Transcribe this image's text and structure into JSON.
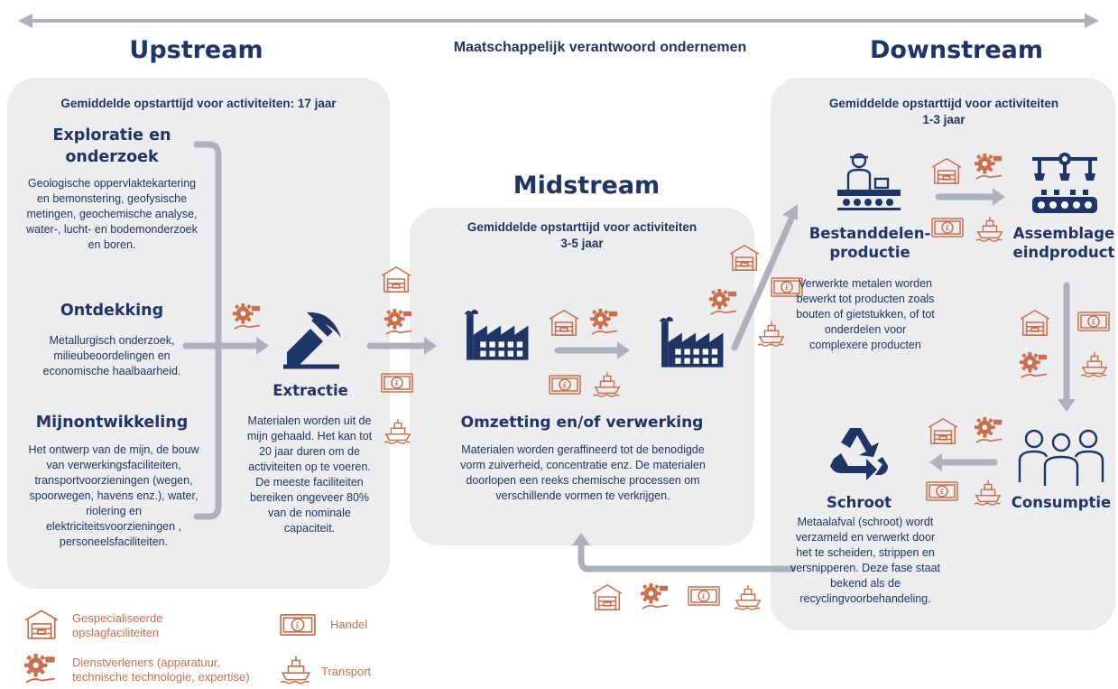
{
  "header": {
    "upstream": "Upstream",
    "center": "Maatschappelijk verantwoord ondernemen",
    "downstream": "Downstream",
    "midstream": "Midstream"
  },
  "upstream": {
    "startup": "Gemiddelde opstarttijd voor activiteiten: 17 jaar",
    "exploration_title": "Exploratie en onderzoek",
    "exploration_text": "Geologische oppervlaktekartering en bemonstering, geofysische metingen, geochemische analyse, water-, lucht- en bodemonderzoek en boren.",
    "discovery_title": "Ontdekking",
    "discovery_text": "Metallurgisch onderzoek, milieubeoordelingen en economische haalbaarheid.",
    "development_title": "Mijnontwikkeling",
    "development_text": "Het ontwerp van de mijn, de bouw van verwerkingsfaciliteiten, transportvoorzieningen (wegen, spoorwegen, havens enz.), water, riolering en elektriciteitsvoorzieningen , personeelsfaciliteiten.",
    "extraction_title": "Extractie",
    "extraction_text": "Materialen worden uit de mijn gehaald. Het kan tot 20 jaar duren om de activiteiten op te voeren. De meeste faciliteiten bereiken ongeveer 80% van de nominale capaciteit."
  },
  "midstream": {
    "startup_line1": "Gemiddelde opstarttijd voor activiteiten",
    "startup_line2": "3-5 jaar",
    "process_title": "Omzetting en/of verwerking",
    "process_text": "Materialen worden geraffineerd tot de benodigde vorm zuiverheid, concentratie enz. De materialen doorlopen een reeks chemische processen om verschillende vormen te verkrijgen."
  },
  "downstream": {
    "startup_line1": "Gemiddelde opstarttijd voor activiteiten",
    "startup_line2": "1-3 jaar",
    "component_title": "Bestanddelen-productie",
    "component_text": "Verwerkte metalen worden bewerkt tot producten zoals bouten of gietstukken, of tot onderdelen voor complexere producten",
    "assembly_title": "Assemblage eindproduct",
    "consumption_title": "Consumptie",
    "scrap_title": "Schroot",
    "scrap_text": "Metaalafval (schroot) wordt verzameld en verwerkt door het te scheiden, strippen en versnipperen. Deze fase staat bekend als de recyclingvoorbehandeling."
  },
  "legend": {
    "storage": "Gespecialiseerde opslagfaciliteiten",
    "services": "Dienstverleners (apparatuur, technische technologie, expertise)",
    "trade": "Handel",
    "transport": "Transport"
  },
  "icons": {
    "storage": "warehouse-icon",
    "services": "gear-hand-icon",
    "trade": "banknote-icon",
    "transport": "ship-icon"
  },
  "colors": {
    "navy": "#1f3566",
    "accent": "#c8704e",
    "arrow": "#aeb1bd",
    "panel": "#ededf0"
  }
}
